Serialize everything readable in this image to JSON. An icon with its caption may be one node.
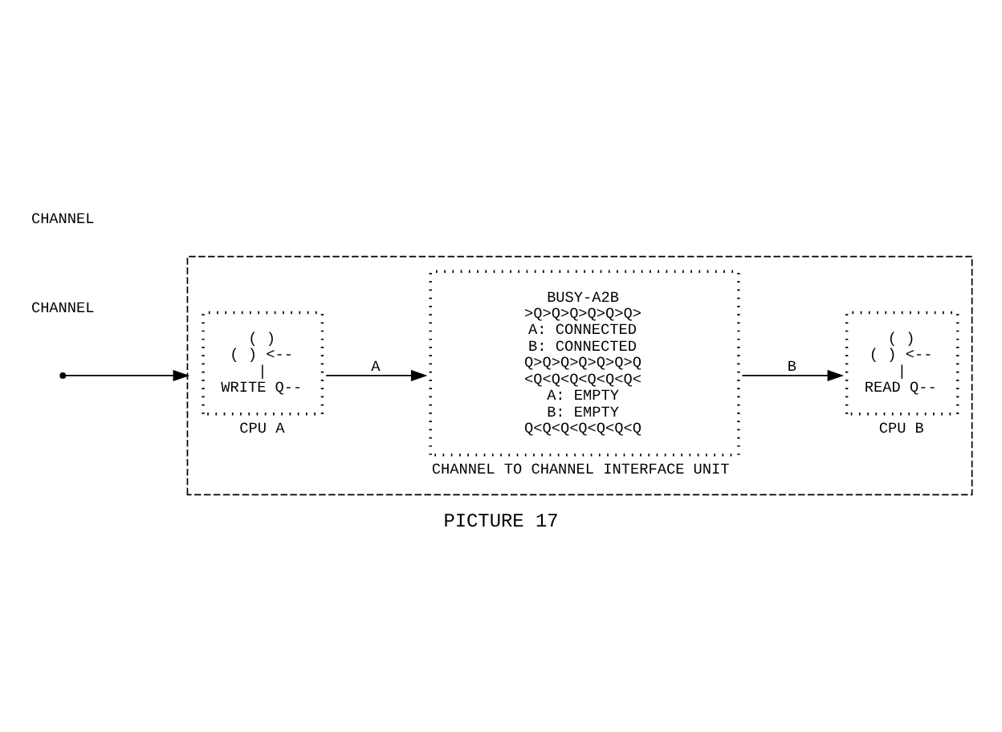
{
  "diagram": {
    "caption": "PICTURE 17",
    "nodes": [
      {
        "text": [],
        "shape": "box"
      },
      {
        "text": [
          "( )",
          "( ) <--",
          "|",
          "WRITE Q--"
        ],
        "beside": [
          "CPU A"
        ],
        "in": 0
      },
      {
        "text": [
          "BUSY-A2B",
          ">Q>Q>Q>Q>Q>Q>",
          "A: CONNECTED",
          "B: CONNECTED",
          "Q>Q>Q>Q>Q>Q>Q",
          "<Q<Q<Q<Q<Q<Q<",
          "A: EMPTY",
          "B: EMPTY",
          "Q<Q<Q<Q<Q<Q<Q"
        ],
        "beside": [
          "CHANNEL TO CHANNEL INTERFACE UNIT"
        ],
        "in": 0
      },
      {
        "text": [
          "( )",
          "( ) <--",
          "|",
          "READ Q--"
        ],
        "beside": [
          "CPU B"
        ],
        "in": 0
      }
    ],
    "edges": [
      {
        "from": null,
        "to": 0,
        "arrow": "to"
      },
      {
        "from": 1,
        "to": 2,
        "arrow": "to",
        "label": "A"
      },
      {
        "from": 2,
        "to": 3,
        "arrow": "to",
        "label": "B"
      }
    ],
    "labels": [
      "CHANNEL",
      "CHANNEL"
    ]
  }
}
